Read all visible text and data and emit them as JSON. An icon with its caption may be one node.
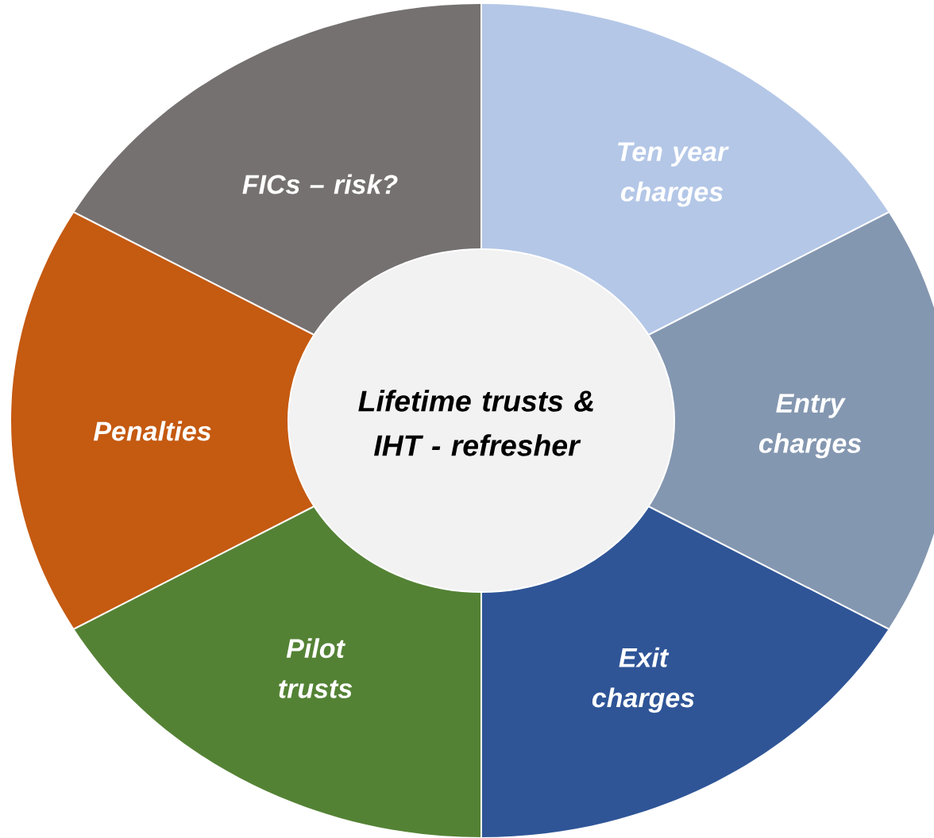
{
  "diagram": {
    "nodes": [
      {
        "text": [
          "Lifetime trusts & IHT - refresher"
        ]
      },
      {
        "text": [
          "FICs – risk?"
        ]
      },
      {
        "text": [
          "Ten year charges"
        ]
      },
      {
        "text": [
          "Entry charges"
        ]
      },
      {
        "text": [
          "Exit charges"
        ]
      },
      {
        "text": [
          "Pilot trusts"
        ]
      },
      {
        "text": [
          "Penalties"
        ]
      }
    ]
  }
}
